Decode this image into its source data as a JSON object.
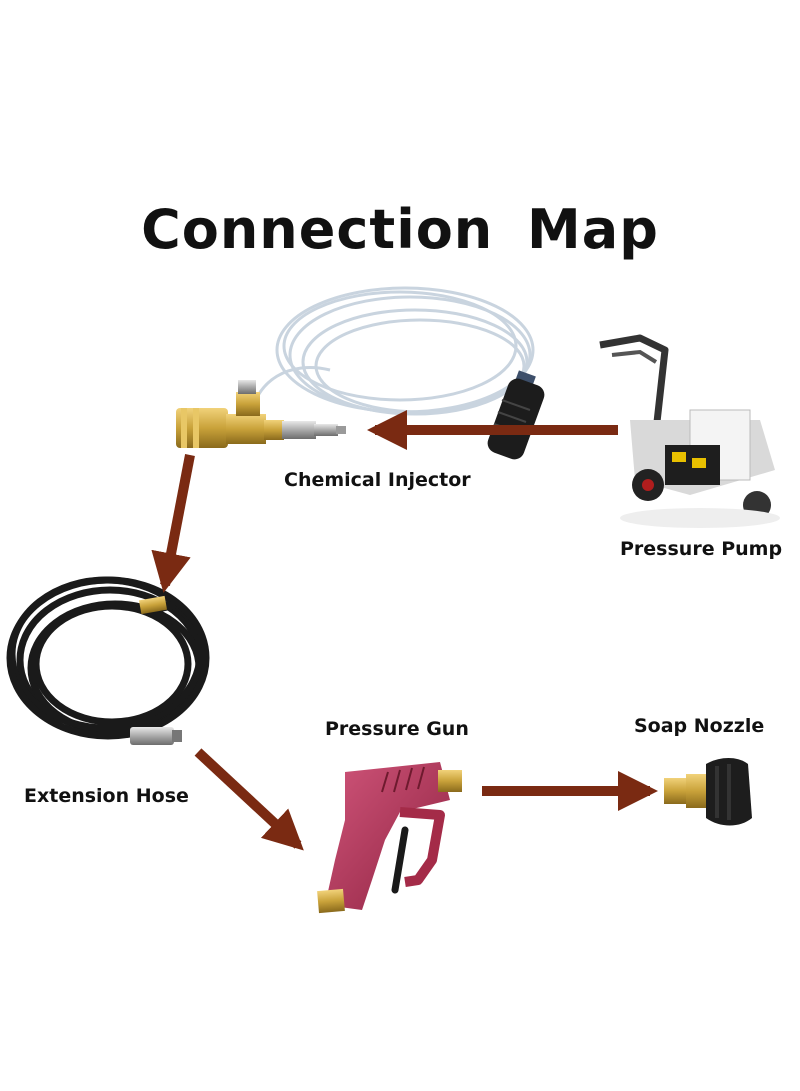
{
  "title": "Connection  Map",
  "components": {
    "chemical_injector": "Chemical Injector",
    "pressure_pump": "Pressure Pump",
    "extension_hose": "Extension Hose",
    "pressure_gun": "Pressure Gun",
    "soap_nozzle": "Soap Nozzle"
  },
  "colors": {
    "arrow": "#7a2a12",
    "brass": "#c9a23a",
    "gun_body": "#b0324f",
    "hose": "#1a1a1a",
    "tube": "#d9e1ea"
  }
}
